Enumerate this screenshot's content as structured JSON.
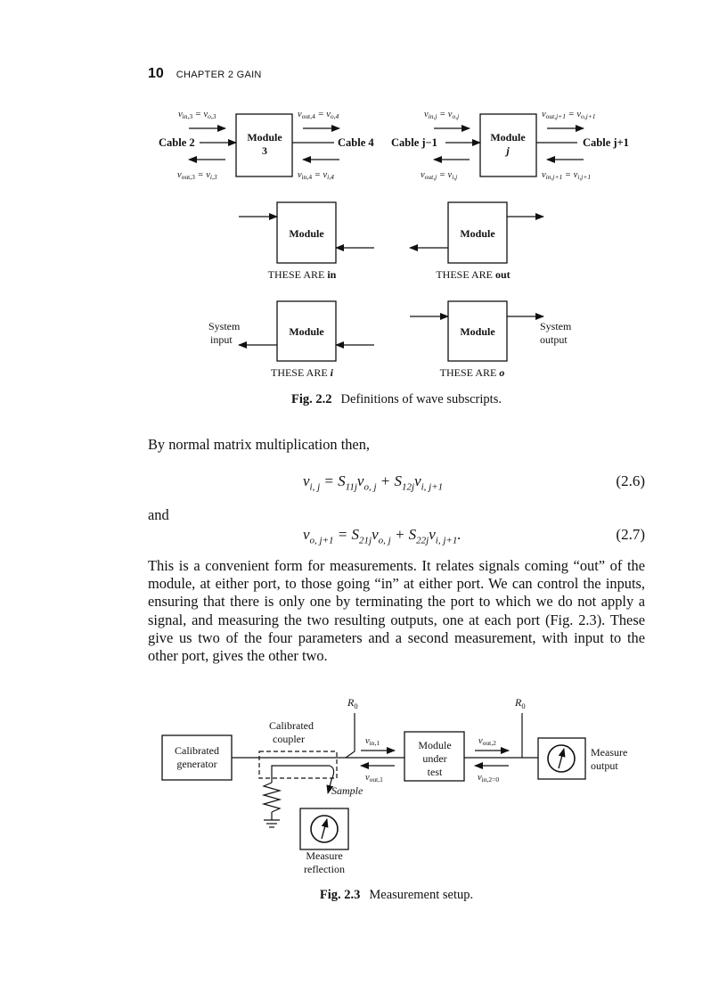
{
  "header": {
    "page_number": "10",
    "chapter": "CHAPTER 2   GAIN"
  },
  "fig22": {
    "top_left": {
      "vin": "v",
      "vin_sub": "in,3",
      "vin_eq": " = v",
      "vin_eq_sub": "o,3",
      "vout_r": "v",
      "vout_r_sub": "out,4",
      "vout_r_eq": " = v",
      "vout_r_eq_sub": "o,4",
      "vout_l": "v",
      "vout_l_sub": "out,3",
      "vout_l_eq": " = v",
      "vout_l_eq_sub": "i,3",
      "vin_r": "v",
      "vin_r_sub": "in,4",
      "vin_r_eq": " = v",
      "vin_r_eq_sub": "i,4",
      "cable_left": "Cable 2",
      "cable_right": "Cable 4",
      "module_line1": "Module",
      "module_line2": "3"
    },
    "top_right": {
      "vin": "v",
      "vin_sub": "in,j",
      "vin_eq": " = v",
      "vin_eq_sub": "o,j",
      "vout_r": "v",
      "vout_r_sub": "out,j+1",
      "vout_r_eq": " = v",
      "vout_r_eq_sub": "o,j+1",
      "vout_l": "v",
      "vout_l_sub": "out,j",
      "vout_l_eq": " = v",
      "vout_l_eq_sub": "i,j",
      "vin_r": "v",
      "vin_r_sub": "in,j+1",
      "vin_r_eq": " = v",
      "vin_r_eq_sub": "i,j+1",
      "cable_left": "Cable j−1",
      "cable_right": "Cable j+1",
      "module_line1": "Module",
      "module_line2": "j"
    },
    "panels": [
      {
        "module": "Module",
        "caption_prefix": "THESE ARE ",
        "caption_emph": "in"
      },
      {
        "module": "Module",
        "caption_prefix": "THESE ARE ",
        "caption_emph": "out"
      },
      {
        "module": "Module",
        "caption_prefix": "THESE ARE ",
        "caption_emph": "i",
        "side_line1": "System",
        "side_line2": "input"
      },
      {
        "module": "Module",
        "caption_prefix": "THESE ARE ",
        "caption_emph": "o",
        "side_line1": "System",
        "side_line2": "output"
      }
    ],
    "caption_label": "Fig. 2.2",
    "caption_text": "Definitions of wave subscripts."
  },
  "text": {
    "intro": "By normal matrix multiplication then,",
    "and": "and",
    "body": "This is a convenient form for measurements. It relates signals coming “out” of the module, at either port, to those going “in” at either port. We can control the inputs, ensuring that there is only one by terminating the port to which we do not apply a signal, and measuring the two resulting outputs, one at each port (Fig. 2.3). These give us two of the four parameters and a second measurement, with input to the other port, gives the other two."
  },
  "equations": [
    {
      "number": "(2.6)",
      "lhs": "v",
      "lhs_sub": "i, j",
      "rhs1": "S",
      "rhs1_sub": "11j",
      "rhs1v": "v",
      "rhs1v_sub": "o, j",
      "rhs2": "S",
      "rhs2_sub": "12j",
      "rhs2v": "v",
      "rhs2v_sub": "i, j+1",
      "end": ""
    },
    {
      "number": "(2.7)",
      "lhs": "v",
      "lhs_sub": "o, j+1",
      "rhs1": "S",
      "rhs1_sub": "21j",
      "rhs1v": "v",
      "rhs1v_sub": "o, j",
      "rhs2": "S",
      "rhs2_sub": "22j",
      "rhs2v": "v",
      "rhs2v_sub": "i, j+1",
      "end": "."
    }
  ],
  "fig23": {
    "generator_line1": "Calibrated",
    "generator_line2": "generator",
    "coupler_line1": "Calibrated",
    "coupler_line2": "coupler",
    "r0": "R",
    "r0_sub": "0",
    "vin1": "v",
    "vin1_sub": "in,1",
    "vout1": "v",
    "vout1_sub": "out,1",
    "vout2": "v",
    "vout2_sub": "out,2",
    "vin2": "v",
    "vin2_sub": "in,2=0",
    "mut_line1": "Module",
    "mut_line2": "under",
    "mut_line3": "test",
    "sample": "Sample",
    "measure_out_line1": "Measure",
    "measure_out_line2": "output",
    "measure_refl_line1": "Measure",
    "measure_refl_line2": "reflection",
    "caption_label": "Fig. 2.3",
    "caption_text": "Measurement setup."
  }
}
